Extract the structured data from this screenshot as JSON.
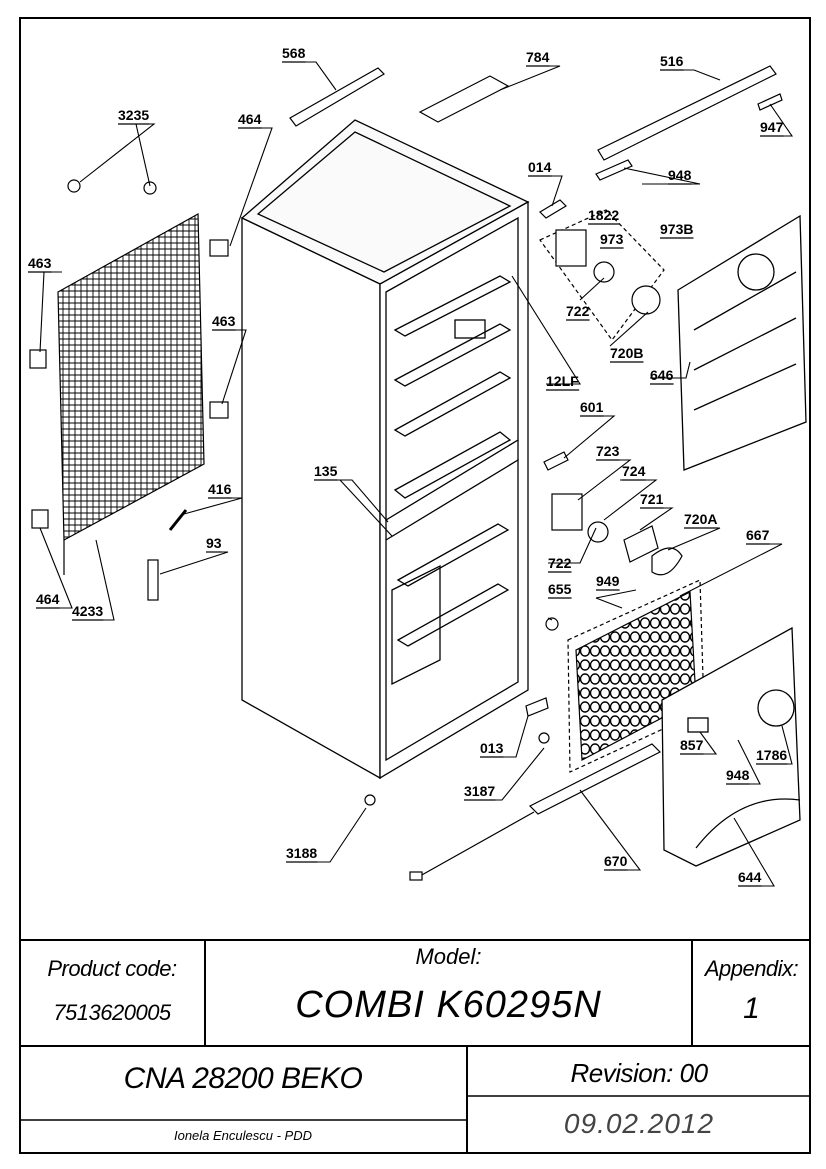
{
  "parts": {
    "p568": "568",
    "p784": "784",
    "p516": "516",
    "p947": "947",
    "p3235": "3235",
    "p464a": "464",
    "p948a": "948",
    "p014": "014",
    "p1822": "1822",
    "p973": "973",
    "p973B": "973B",
    "p463a": "463",
    "p463b": "463",
    "p722a": "722",
    "p720B": "720B",
    "p646": "646",
    "p12LF": "12LF",
    "p601": "601",
    "p723": "723",
    "p135": "135",
    "p416": "416",
    "p724": "724",
    "p721": "721",
    "p720A": "720A",
    "p667": "667",
    "p93": "93",
    "p722b": "722",
    "p949": "949",
    "p655": "655",
    "p464b": "464",
    "p4233": "4233",
    "p857": "857",
    "p1786": "1786",
    "p013": "013",
    "p948b": "948",
    "p3187": "3187",
    "p3188": "3188",
    "p670": "670",
    "p644": "644"
  },
  "title_block": {
    "product_code_label": "Product code:",
    "product_code": "7513620005",
    "model_label": "Model:",
    "model": "COMBI K60295N",
    "appendix_label": "Appendix:",
    "appendix": "1",
    "cna": "CNA 28200 BEKO",
    "revision": "Revision: 00",
    "author": "Ionela Enculescu - PDD",
    "date": "09.02.2012"
  }
}
